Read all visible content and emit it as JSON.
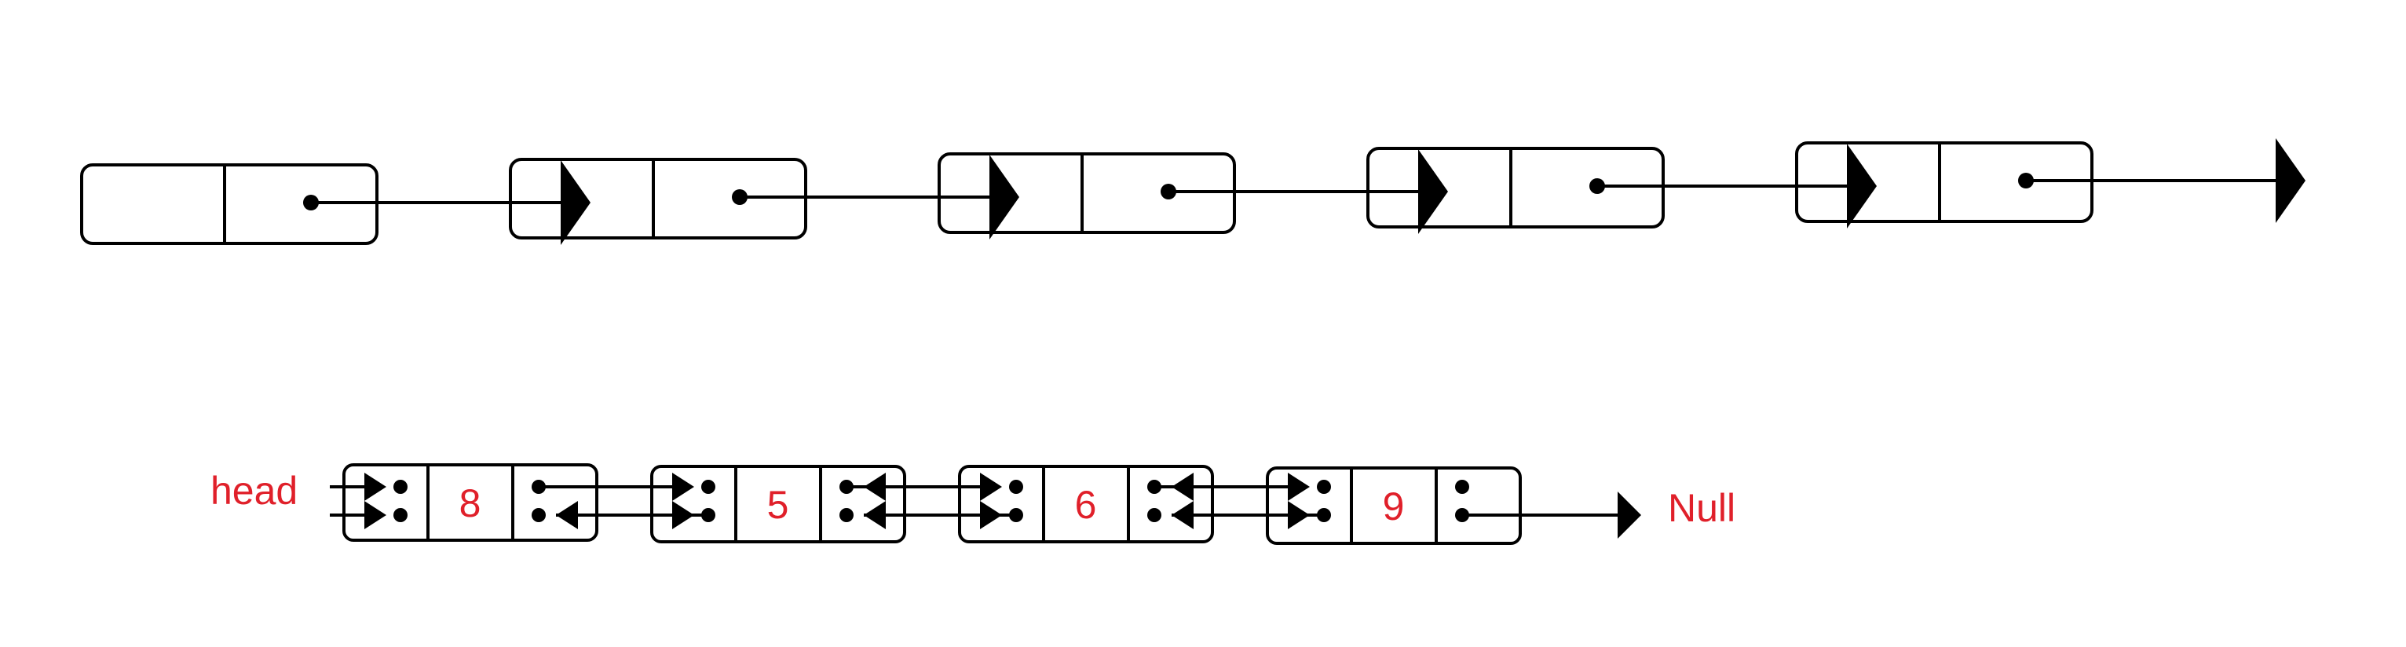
{
  "diagram": {
    "top_list": {
      "node_count": 5
    },
    "bottom_list": {
      "head_label": "head",
      "null_label": "Null",
      "label_color": "#e0202a",
      "line_color": "#000000",
      "nodes": [
        {
          "value": "8"
        },
        {
          "value": "5"
        },
        {
          "value": "6"
        },
        {
          "value": "9"
        }
      ]
    }
  }
}
